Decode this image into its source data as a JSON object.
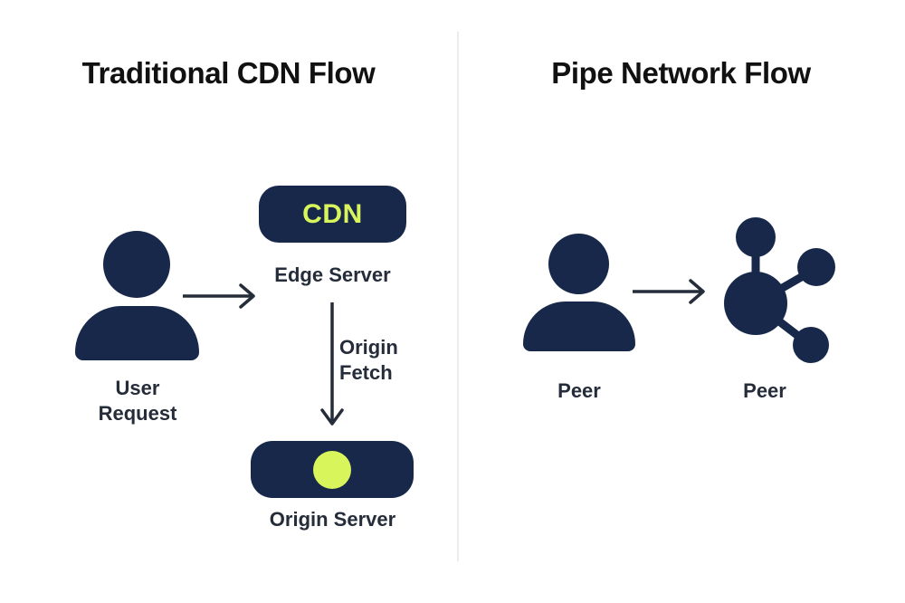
{
  "page": {
    "background_color": "#ffffff",
    "divider_color": "#ececec",
    "navy": "#17284a",
    "accent": "#d9f55c"
  },
  "panels": {
    "left": {
      "title": "Traditional CDN Flow",
      "nodes": {
        "user": {
          "icon": "user-person-icon",
          "caption": "User\nRequest"
        },
        "edge_server": {
          "badge_label": "CDN",
          "caption": "Edge Server"
        },
        "origin_server": {
          "badge_label": "",
          "caption": "Origin Server",
          "indicator": "status-dot"
        }
      },
      "arrows": {
        "user_to_edge": {
          "direction": "right",
          "label": ""
        },
        "edge_to_origin": {
          "direction": "down",
          "label": "Origin\nFetch"
        }
      }
    },
    "right": {
      "title": "Pipe Network Flow",
      "nodes": {
        "peer_user": {
          "icon": "user-person-icon",
          "caption": "Peer"
        },
        "peer_network": {
          "icon": "network-nodes-icon",
          "caption": "Peer"
        }
      },
      "arrows": {
        "peer_to_network": {
          "direction": "right",
          "label": ""
        }
      }
    }
  }
}
